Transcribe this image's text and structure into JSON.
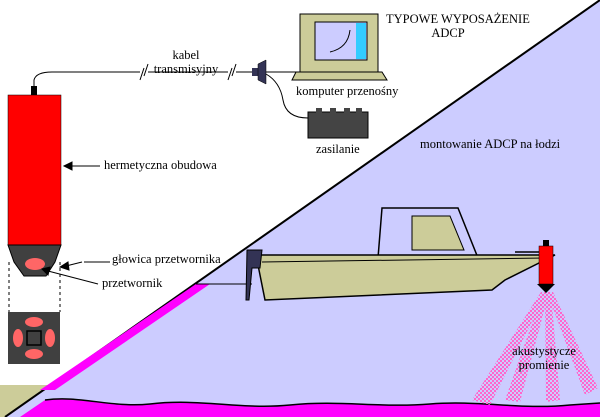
{
  "title": {
    "line1": "TYPOWE WYPOSAŻENIE",
    "line2": "ADCP"
  },
  "labels": {
    "cable_line1": "kabel",
    "cable_line2": "transmisyjny",
    "laptop": "komputer przenośny",
    "power": "zasilanie",
    "boat_mount": "montowanie ADCP na łodzi",
    "housing": "hermetyczna obudowa",
    "transducer_head": "głowica przetwornika",
    "transducer": "przetwornik",
    "beams_line1": "akustystycze",
    "beams_line2": "promienie"
  },
  "colors": {
    "adcp_body": "#ff0000",
    "water": "#ccccff",
    "seabed": "#ff00ff",
    "boat_hull": "#cccc99",
    "boat_cabin": "#ccccff",
    "laptop_screen": "#33ccff",
    "beams": "#ff66cc",
    "ground": "#cccc99"
  }
}
